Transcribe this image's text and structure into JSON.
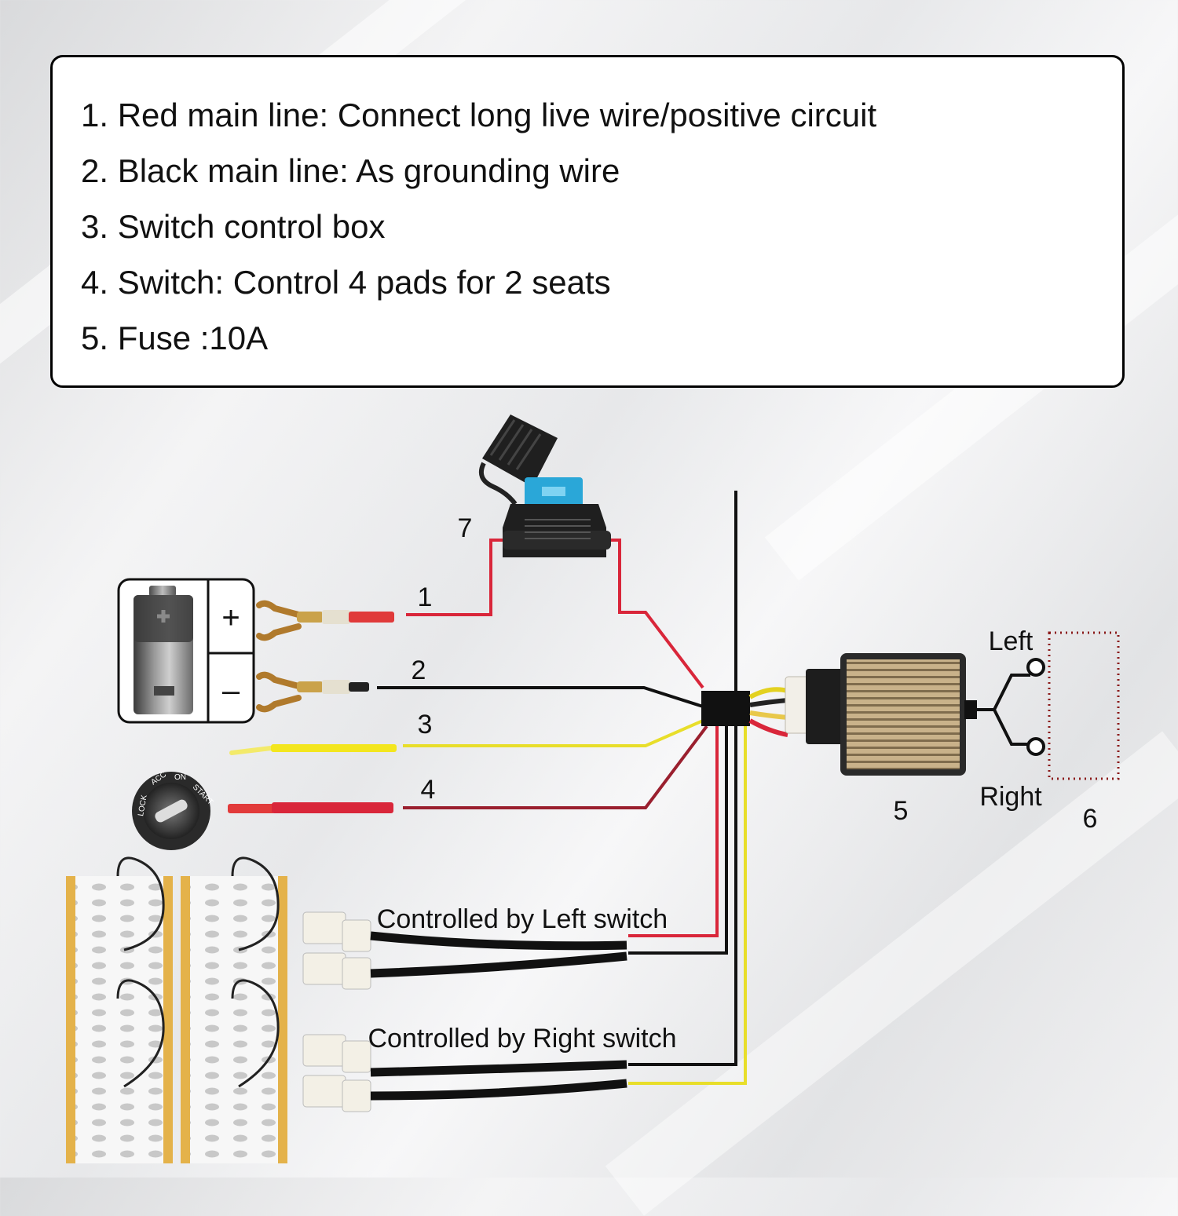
{
  "legend": {
    "items": [
      "1. Red main line: Connect long live wire/positive circuit",
      "2. Black main line: As grounding wire",
      "3. Switch control box",
      "4. Switch: Control 4 pads for 2 seats",
      "5. Fuse :10A"
    ]
  },
  "diagram": {
    "wire_numbers": [
      "1",
      "2",
      "3",
      "4"
    ],
    "fuse_number": "7",
    "box_number": "5",
    "switch_number": "6",
    "battery_plus": "+",
    "battery_minus": "–",
    "switch_left": "Left",
    "switch_right": "Right",
    "left_group_label": "Controlled by Left switch",
    "right_group_label": "Controlled by Right switch",
    "ignition_labels": [
      "LOCK",
      "ACC",
      "ON",
      "START"
    ]
  },
  "colors": {
    "red_wire": "#d9263a",
    "black_wire": "#111111",
    "yellow_wire": "#e8de2a",
    "dark_red_wire": "#9a1f2e",
    "fuse_blue": "#2aa7d8",
    "pad_gold": "#e4b24a"
  }
}
